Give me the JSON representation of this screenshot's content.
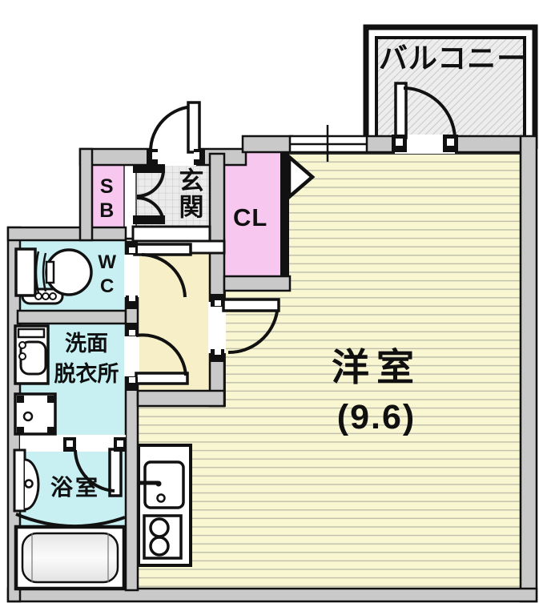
{
  "plan": {
    "type": "japanese-apartment-floor-plan",
    "rooms": {
      "balcony": {
        "label": "バルコニー"
      },
      "entrance": {
        "label": "玄関"
      },
      "shoe_box": {
        "label": "SB"
      },
      "closet": {
        "label": "CL"
      },
      "toilet": {
        "label": "WC"
      },
      "washroom": {
        "label_lines": [
          "洗面",
          "脱衣所"
        ]
      },
      "bathroom": {
        "label": "浴室"
      },
      "western_room": {
        "label": "洋室",
        "size": "(9.6)"
      }
    },
    "fixtures": [
      "toilet",
      "washbasin",
      "washing-machine-pan",
      "bathtub",
      "shower-counter",
      "kitchen-sink",
      "two-burner-stove",
      "entrance-step",
      "genkan-tiles"
    ],
    "openings": [
      "front-door",
      "shoe-box-double-door",
      "wc-door",
      "washroom-door",
      "main-room-door",
      "bathroom-door",
      "balcony-door",
      "folding-closet-door",
      "sliding-window"
    ],
    "colors": {
      "wall_fill": "#c9c9c9",
      "outline": "#111111",
      "room_pink": "#f8c7f0",
      "room_cyan": "#c8f0f3",
      "hall_cream": "#f6efc7",
      "floor_yellow": "#f9f7d2",
      "floor_line": "#bdbdaa",
      "tile_base": "#ebebeb",
      "background": "#ffffff"
    }
  }
}
